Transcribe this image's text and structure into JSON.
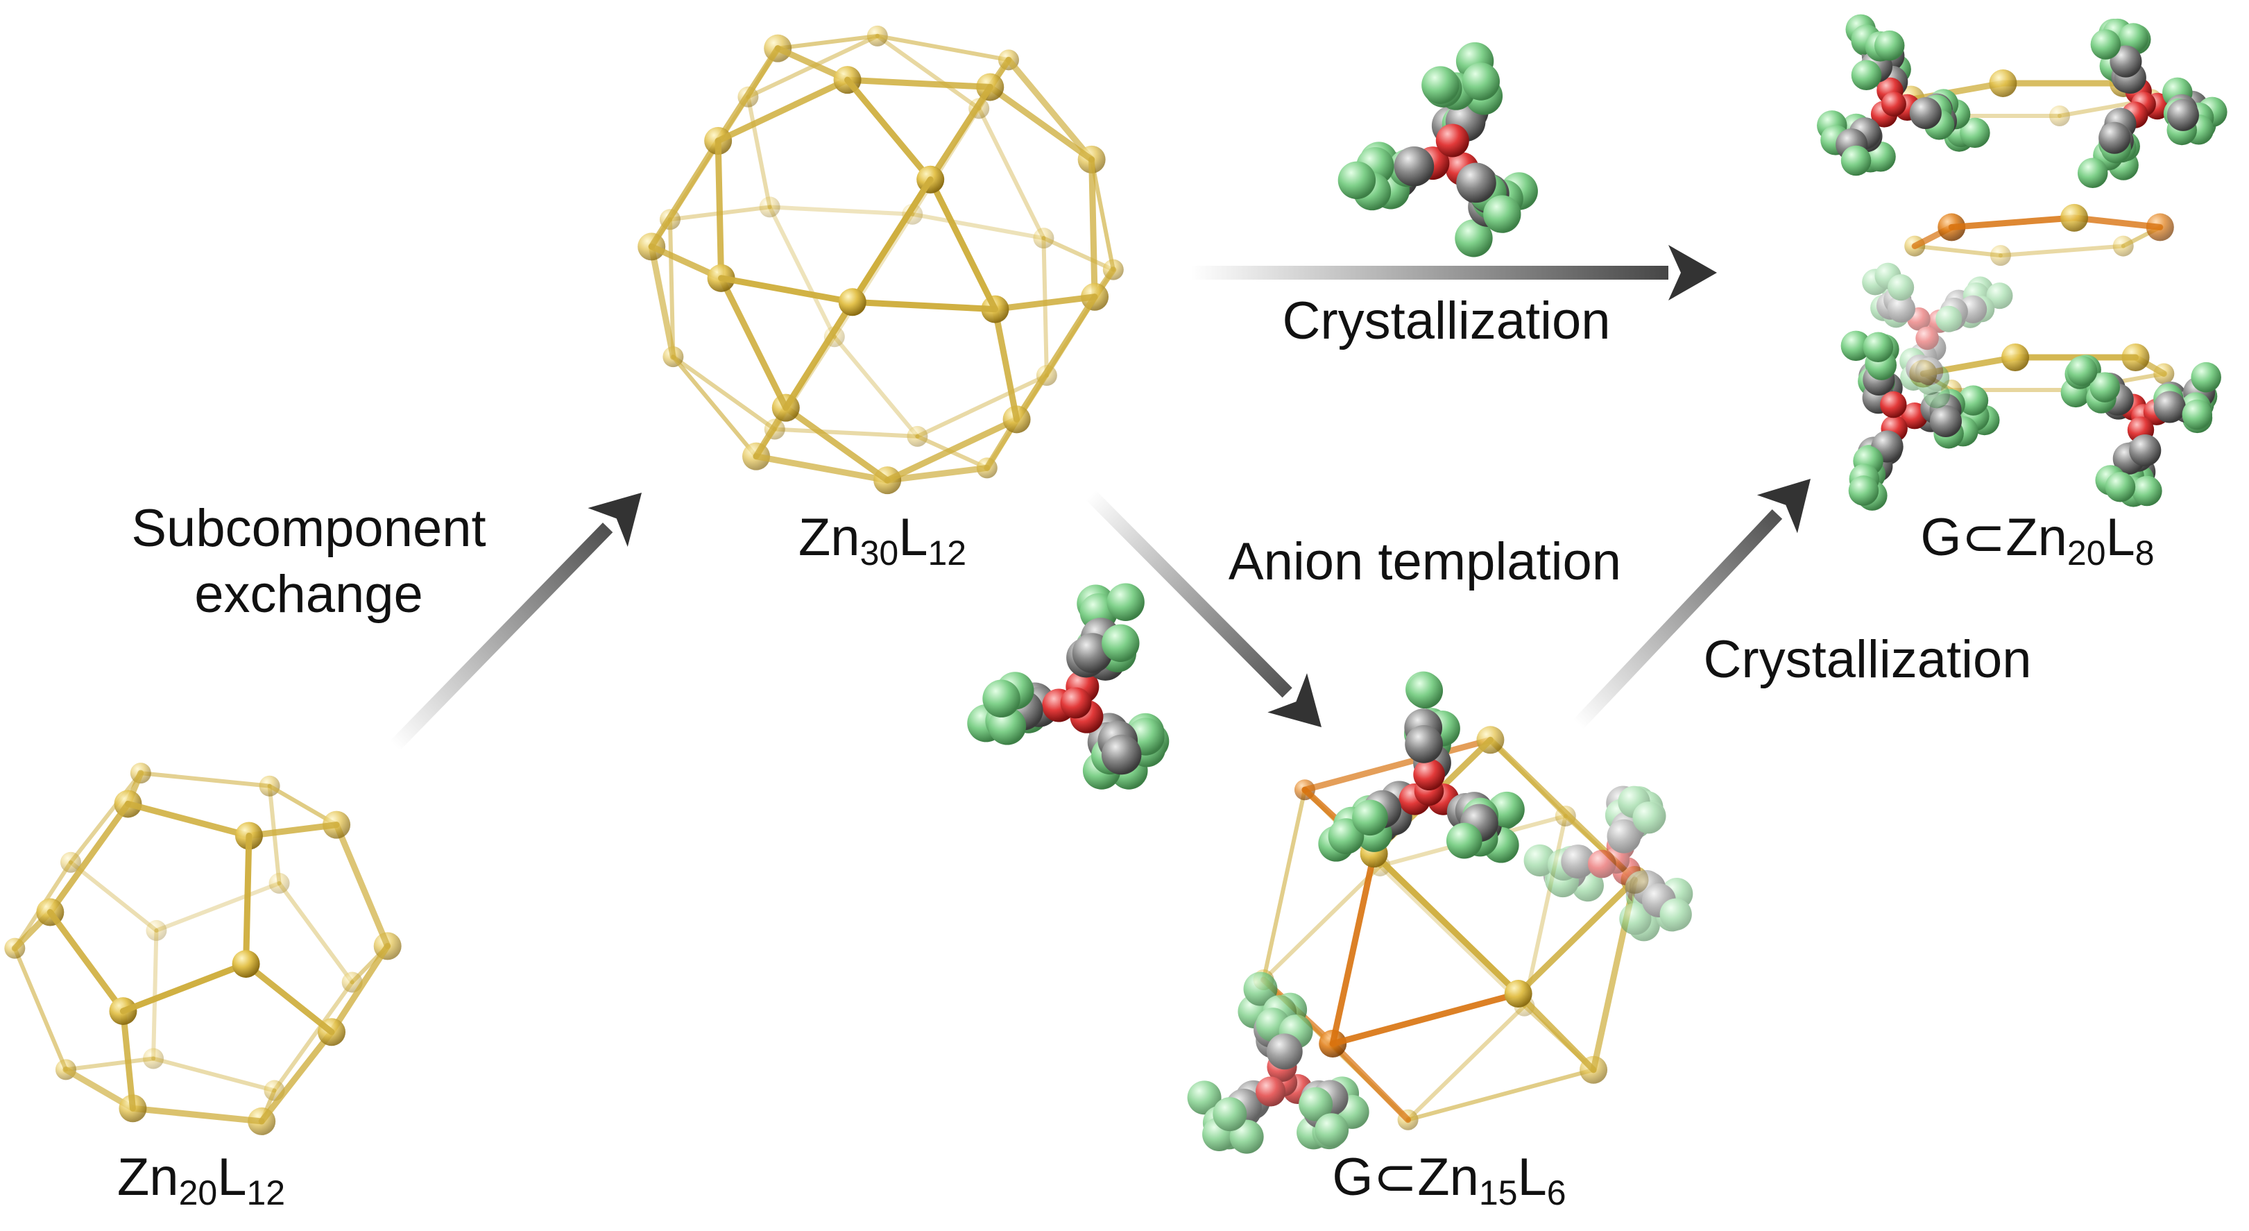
{
  "title": "Anion-templated cage transformations",
  "labels": {
    "zn20l12": {
      "a": "Zn",
      "a_sub": "20",
      "b": "L",
      "b_sub": "12"
    },
    "zn30l12": {
      "a": "Zn",
      "a_sub": "30",
      "b": "L",
      "b_sub": "12"
    },
    "gzn15l6": {
      "prefix": "G⊂",
      "a": "Zn",
      "a_sub": "15",
      "b": "L",
      "b_sub": "6"
    },
    "gzn20l8": {
      "prefix": "G⊂",
      "a": "Zn",
      "a_sub": "20",
      "b": "L",
      "b_sub": "8"
    }
  },
  "arrows": {
    "subcomponent_line1": "Subcomponent",
    "subcomponent_line2": "exchange",
    "crystallization_top": "Crystallization",
    "anion_templation": "Anion templation",
    "crystallization_bottom": "Crystallization"
  },
  "colors": {
    "zinc": "#e3c24d",
    "zinc_highlight": "#e07b12",
    "edge": "#cfae3c",
    "fluorine": "#7fd08a",
    "carbon": "#8a8a8a",
    "oxygen": "#e23a3a",
    "arrow": "#333333"
  }
}
